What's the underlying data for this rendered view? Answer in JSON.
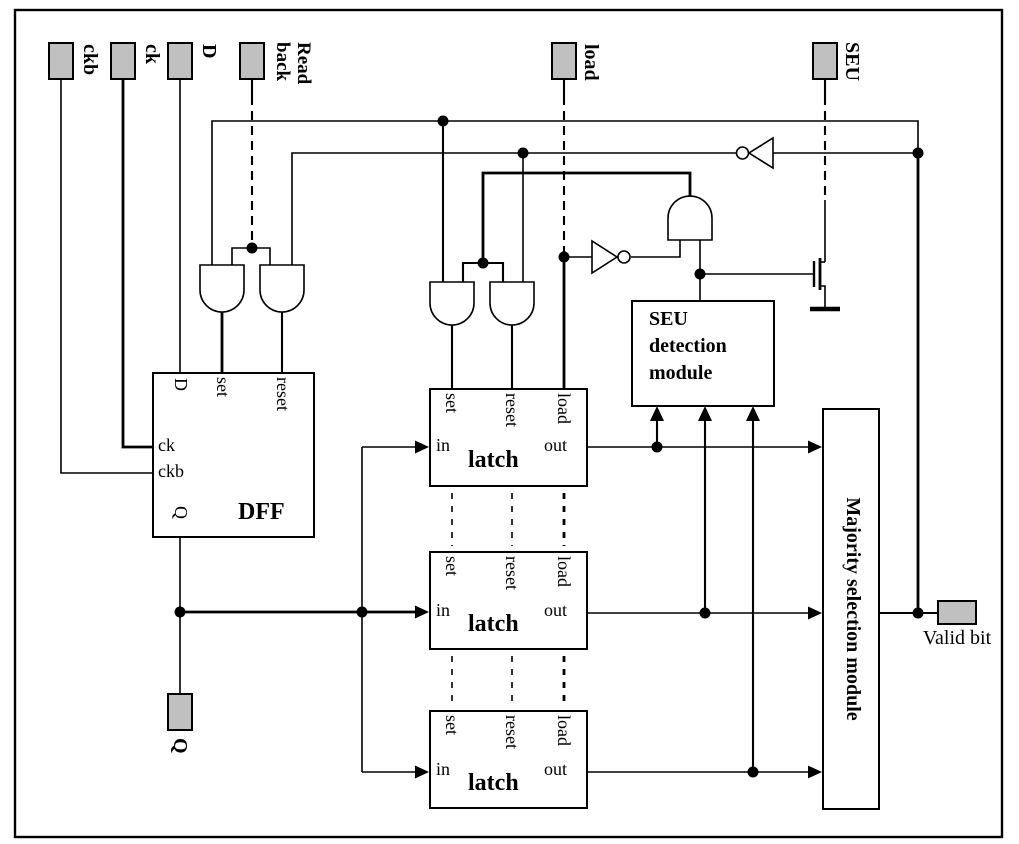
{
  "pads": {
    "ckb": {
      "label": "ckb"
    },
    "ck": {
      "label": "ck"
    },
    "d": {
      "label": "D"
    },
    "read_back": {
      "label": "Read\nback"
    },
    "load": {
      "label": "load"
    },
    "seu": {
      "label": "SEU"
    },
    "q": {
      "label": "Q"
    },
    "valid_bit": {
      "label": "Valid bit"
    }
  },
  "blocks": {
    "dff": {
      "title": "DFF",
      "pin_d": "D",
      "pin_set": "set",
      "pin_reset": "reset",
      "pin_ck": "ck",
      "pin_ckb": "ckb",
      "pin_q": "Q"
    },
    "latch": {
      "title": "latch",
      "pin_set": "set",
      "pin_reset": "reset",
      "pin_load": "load",
      "pin_in": "in",
      "pin_out": "out"
    },
    "seu_detection": {
      "title": "SEU\ndetection\nmodule"
    },
    "majority": {
      "title": "Majority selection module"
    }
  },
  "colors": {
    "pad_fill": "#c0c0c0",
    "line": "#000000",
    "background": "#ffffff"
  }
}
